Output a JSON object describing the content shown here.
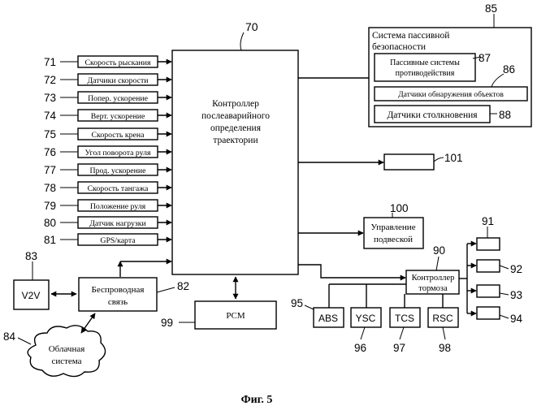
{
  "figure": {
    "caption": "Фиг. 5"
  },
  "controller": {
    "ref": "70",
    "lines": [
      "Контроллер",
      "послеаварийного",
      "определения",
      "траектории"
    ]
  },
  "sensors": [
    {
      "ref": "71",
      "label": "Скорость рыскания"
    },
    {
      "ref": "72",
      "label": "Датчики скорости"
    },
    {
      "ref": "73",
      "label": "Попер. ускорение"
    },
    {
      "ref": "74",
      "label": "Верт. ускорение"
    },
    {
      "ref": "75",
      "label": "Скорость крена"
    },
    {
      "ref": "76",
      "label": "Угол поворота руля"
    },
    {
      "ref": "77",
      "label": "Прод. ускорение"
    },
    {
      "ref": "78",
      "label": "Скорость тангажа"
    },
    {
      "ref": "79",
      "label": "Положение руля"
    },
    {
      "ref": "80",
      "label": "Датчик нагрузки"
    },
    {
      "ref": "81",
      "label": "GPS/карта"
    }
  ],
  "passive_safety": {
    "ref": "85",
    "title_lines": [
      "Система пассивной",
      "безопасности"
    ],
    "countermeasures": {
      "ref": "87",
      "lines": [
        "Пассивные системы",
        "противодействия"
      ]
    },
    "detection": {
      "ref": "86",
      "label": "Датчики обнаружения объектов"
    },
    "collision": {
      "ref": "88",
      "label": "Датчики столкновения"
    }
  },
  "box_101": {
    "ref": "101"
  },
  "suspension": {
    "ref": "100",
    "lines": [
      "Управление",
      "подвеской"
    ]
  },
  "brake": {
    "ref": "90",
    "lines": [
      "Контроллер",
      "тормоза"
    ]
  },
  "brake_outputs": [
    {
      "ref": "91"
    },
    {
      "ref": "92"
    },
    {
      "ref": "93"
    },
    {
      "ref": "94"
    }
  ],
  "brake_subsystems": [
    {
      "ref": "95",
      "label": "ABS"
    },
    {
      "ref": "96",
      "label": "YSC"
    },
    {
      "ref": "97",
      "label": "TCS"
    },
    {
      "ref": "98",
      "label": "RSC"
    }
  ],
  "pcm": {
    "ref": "99",
    "label": "PCM"
  },
  "wireless": {
    "ref": "82",
    "lines": [
      "Беспроводная",
      "связь"
    ]
  },
  "v2v": {
    "ref": "83",
    "label": "V2V"
  },
  "cloud": {
    "ref": "84",
    "lines": [
      "Облачная",
      "система"
    ]
  }
}
